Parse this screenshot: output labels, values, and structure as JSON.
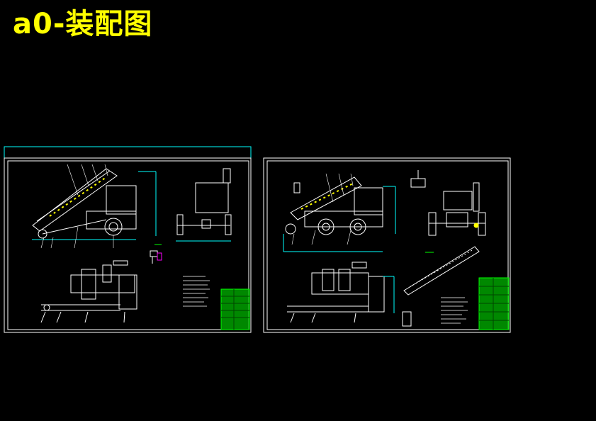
{
  "title": "a0-装配图",
  "colors": {
    "background": "#000000",
    "title": "#ffff00",
    "lines": "#ffffff",
    "dimension": "#00ffff",
    "title_block": "#00ff00"
  },
  "sheets": [
    {
      "id": "sheet-1"
    },
    {
      "id": "sheet-2"
    }
  ]
}
